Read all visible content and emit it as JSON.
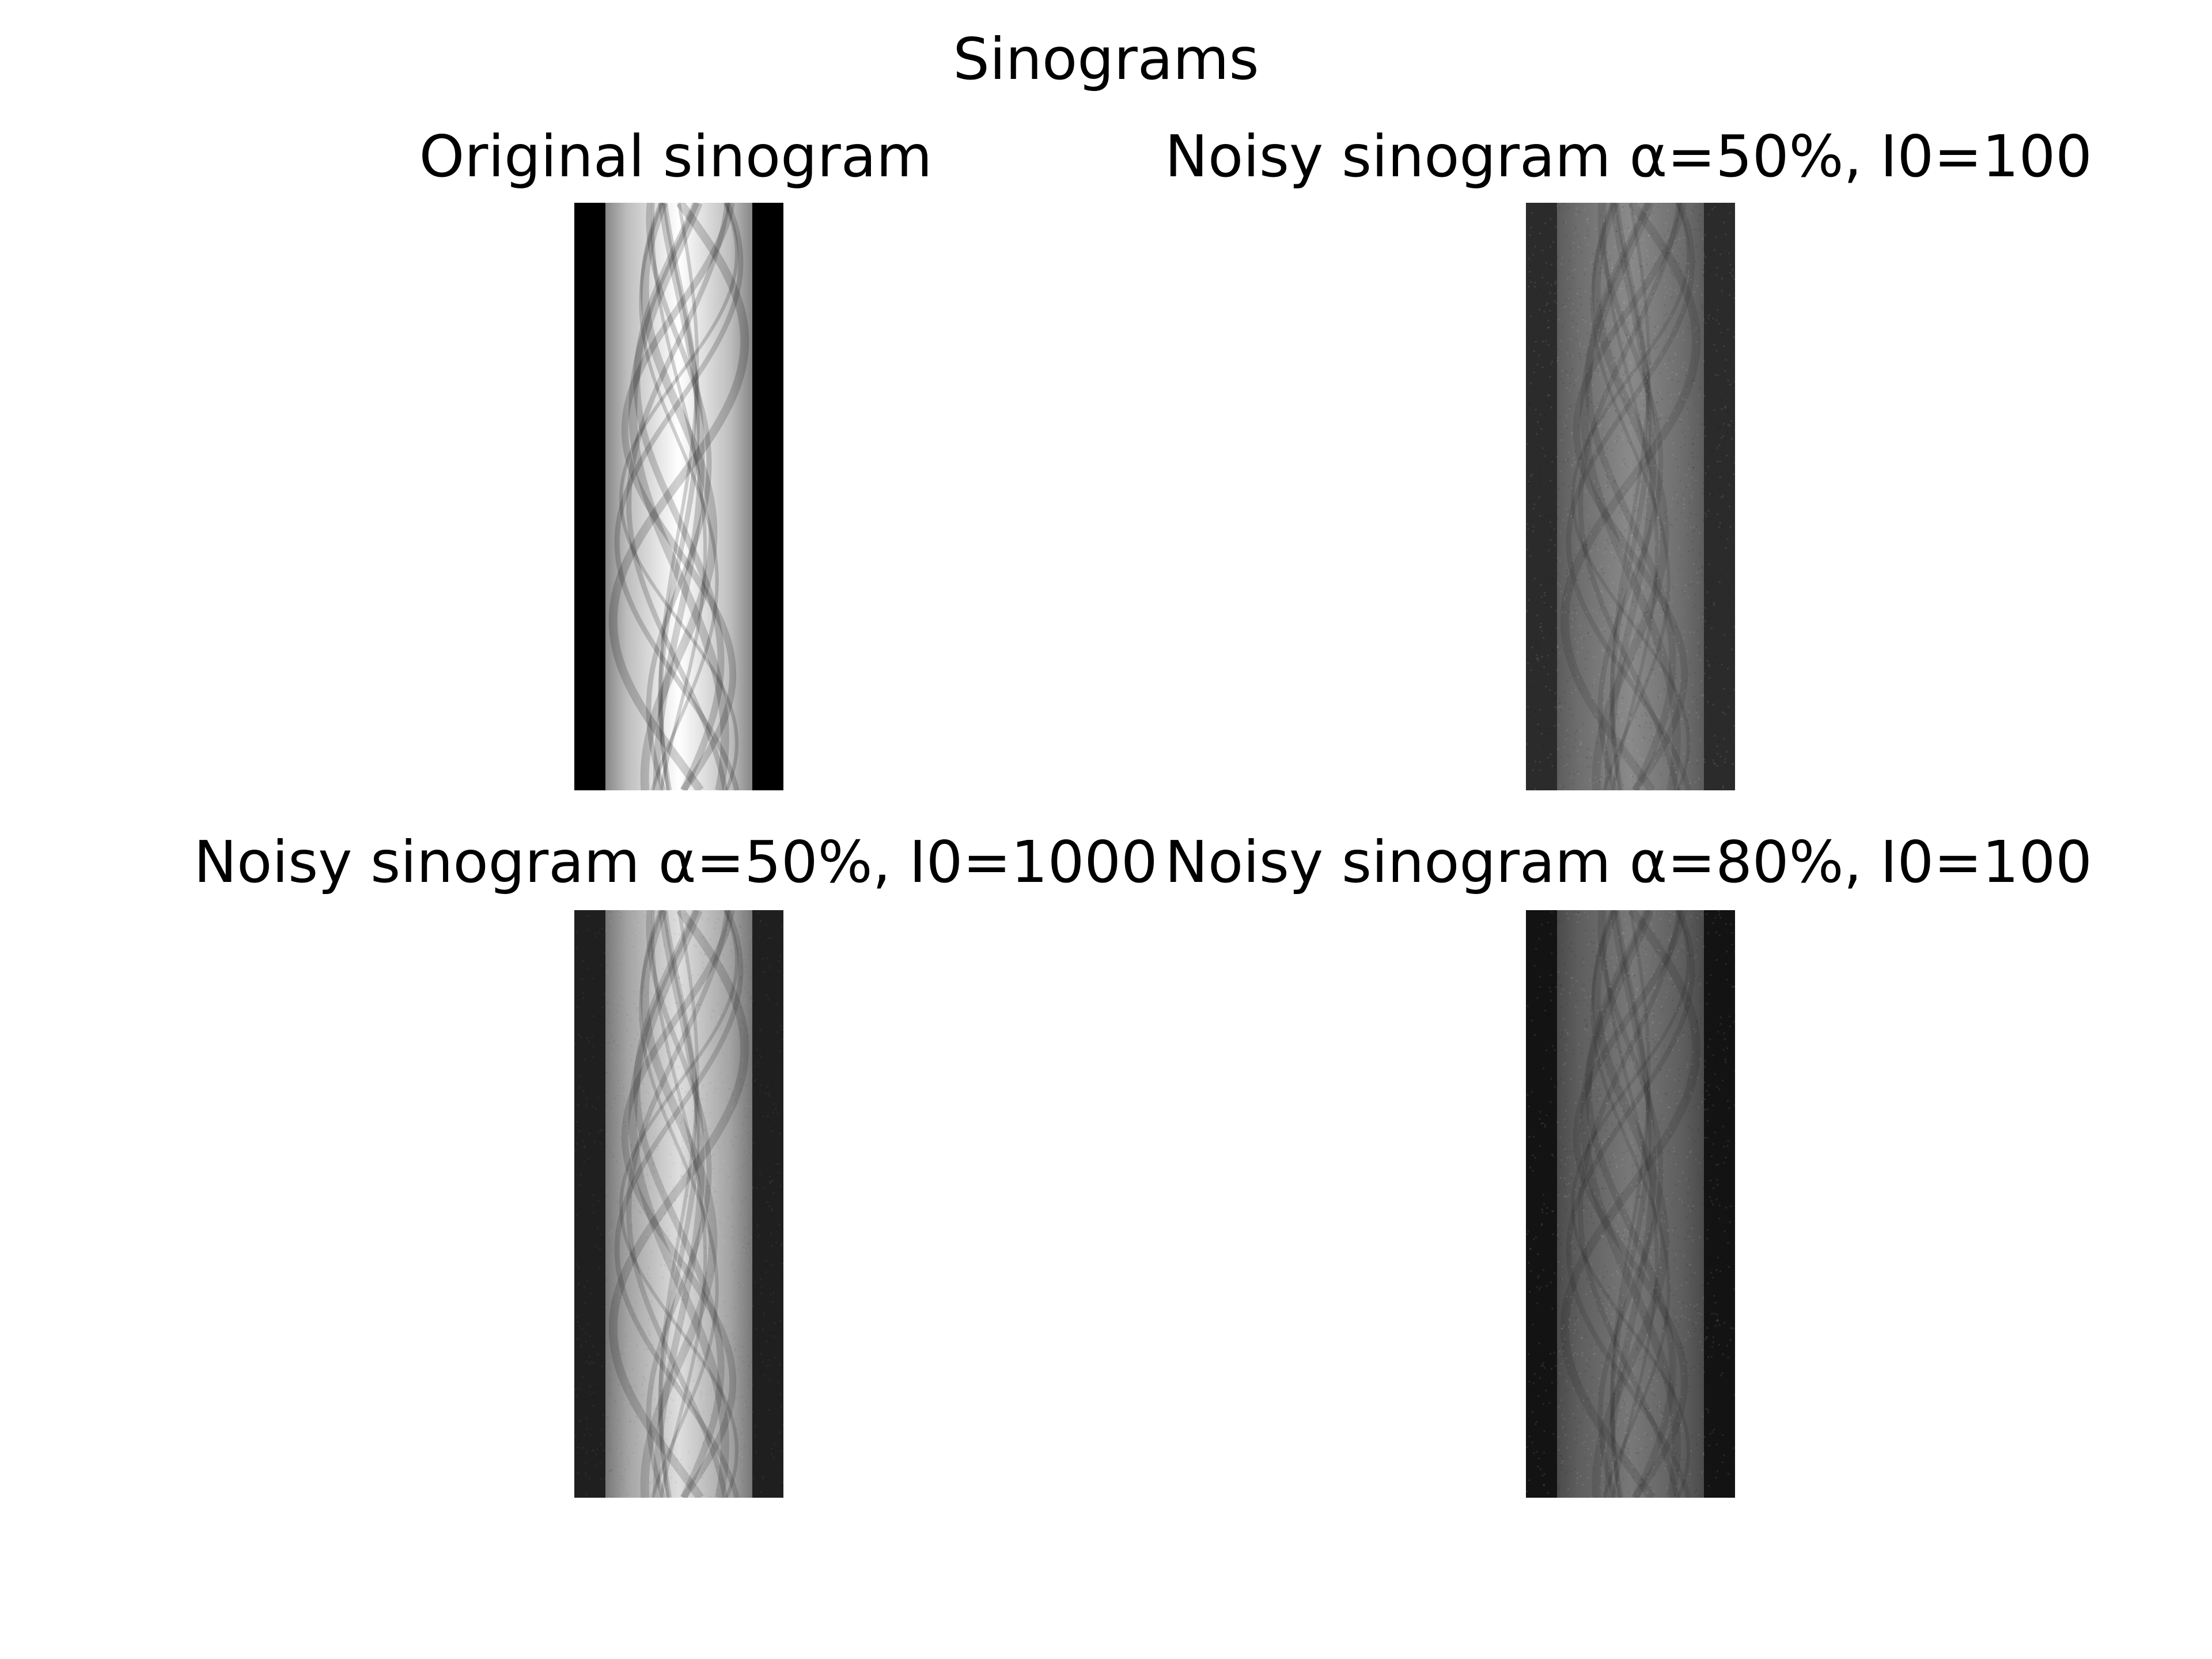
{
  "figure": {
    "title": "Sinograms"
  },
  "panels": [
    {
      "title": "Original sinogram",
      "edge": "#000000",
      "lo": 135,
      "hi": 245,
      "peak": 255,
      "noise": 0,
      "strand_dark": 0.18
    },
    {
      "title": "Noisy sinogram α=50%, I0=100",
      "edge": "#2b2b2b",
      "lo": 92,
      "hi": 128,
      "peak": 138,
      "noise": 22,
      "strand_dark": 0.1
    },
    {
      "title": "Noisy sinogram α=50%, I0=1000",
      "edge": "#1f1f1f",
      "lo": 120,
      "hi": 205,
      "peak": 222,
      "noise": 12,
      "strand_dark": 0.15
    },
    {
      "title": "Noisy sinogram α=80%, I0=100",
      "edge": "#131313",
      "lo": 75,
      "hi": 112,
      "peak": 120,
      "noise": 22,
      "strand_dark": 0.1
    }
  ]
}
